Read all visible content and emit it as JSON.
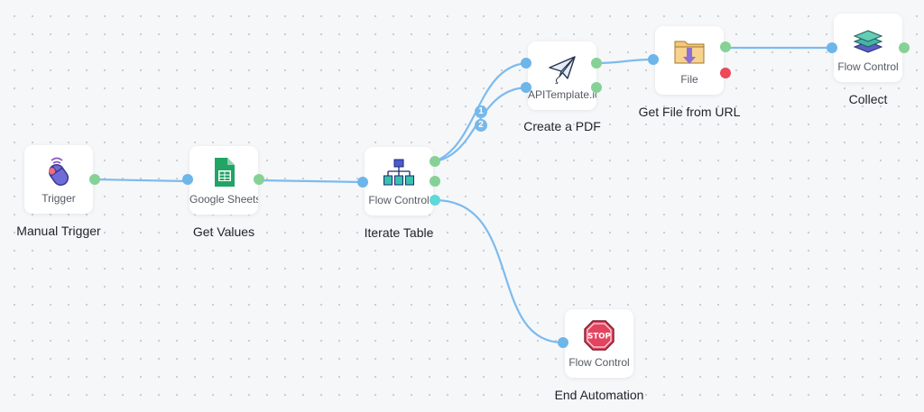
{
  "colors": {
    "edge": "#7cbbee",
    "input_port": "#6cb6ea",
    "output_port": "#86d196",
    "error_port": "#ea4a5a",
    "loop_port": "#5fd8da"
  },
  "nodes": {
    "manual_trigger": {
      "subtitle": "Trigger",
      "title": "Manual Trigger",
      "icon": "mouse-click-icon"
    },
    "get_values": {
      "subtitle": "Google Sheets",
      "title": "Get Values",
      "icon": "google-sheets-icon"
    },
    "iterate_table": {
      "subtitle": "Flow Control",
      "title": "Iterate Table",
      "icon": "hierarchy-icon"
    },
    "create_pdf": {
      "subtitle": "APITemplate.io",
      "title": "Create a PDF",
      "icon": "paper-plane-icon"
    },
    "get_file": {
      "subtitle": "File",
      "title": "Get File from URL",
      "icon": "folder-download-icon"
    },
    "collect": {
      "subtitle": "Flow Control",
      "title": "Collect",
      "icon": "layers-icon"
    },
    "end_automation": {
      "subtitle": "Flow Control",
      "title": "End Automation",
      "icon": "stop-sign-icon"
    }
  },
  "badges": [
    "1",
    "2"
  ]
}
